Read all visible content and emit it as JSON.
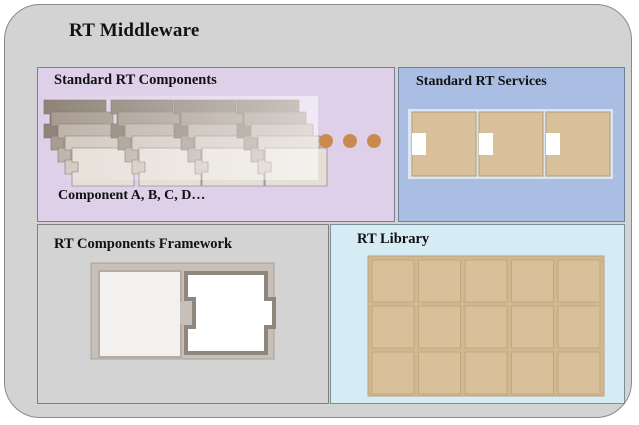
{
  "middleware": {
    "title": "RT Middleware"
  },
  "components": {
    "title": "Standard RT Components",
    "subtitle": "Component A, B, C, D…"
  },
  "services": {
    "title": "Standard RT Services"
  },
  "framework": {
    "title": "RT Components Framework"
  },
  "library": {
    "title": "RT Library"
  },
  "colors": {
    "outer_bg": "#d3d3d3",
    "components_bg": "#ddd0e8",
    "services_bg": "#a9bee2",
    "framework_bg": "#d3d3d3",
    "library_bg": "#d6ecf5",
    "tile": "#d8c09a",
    "ellipsis_dot": "#c98a4e"
  }
}
